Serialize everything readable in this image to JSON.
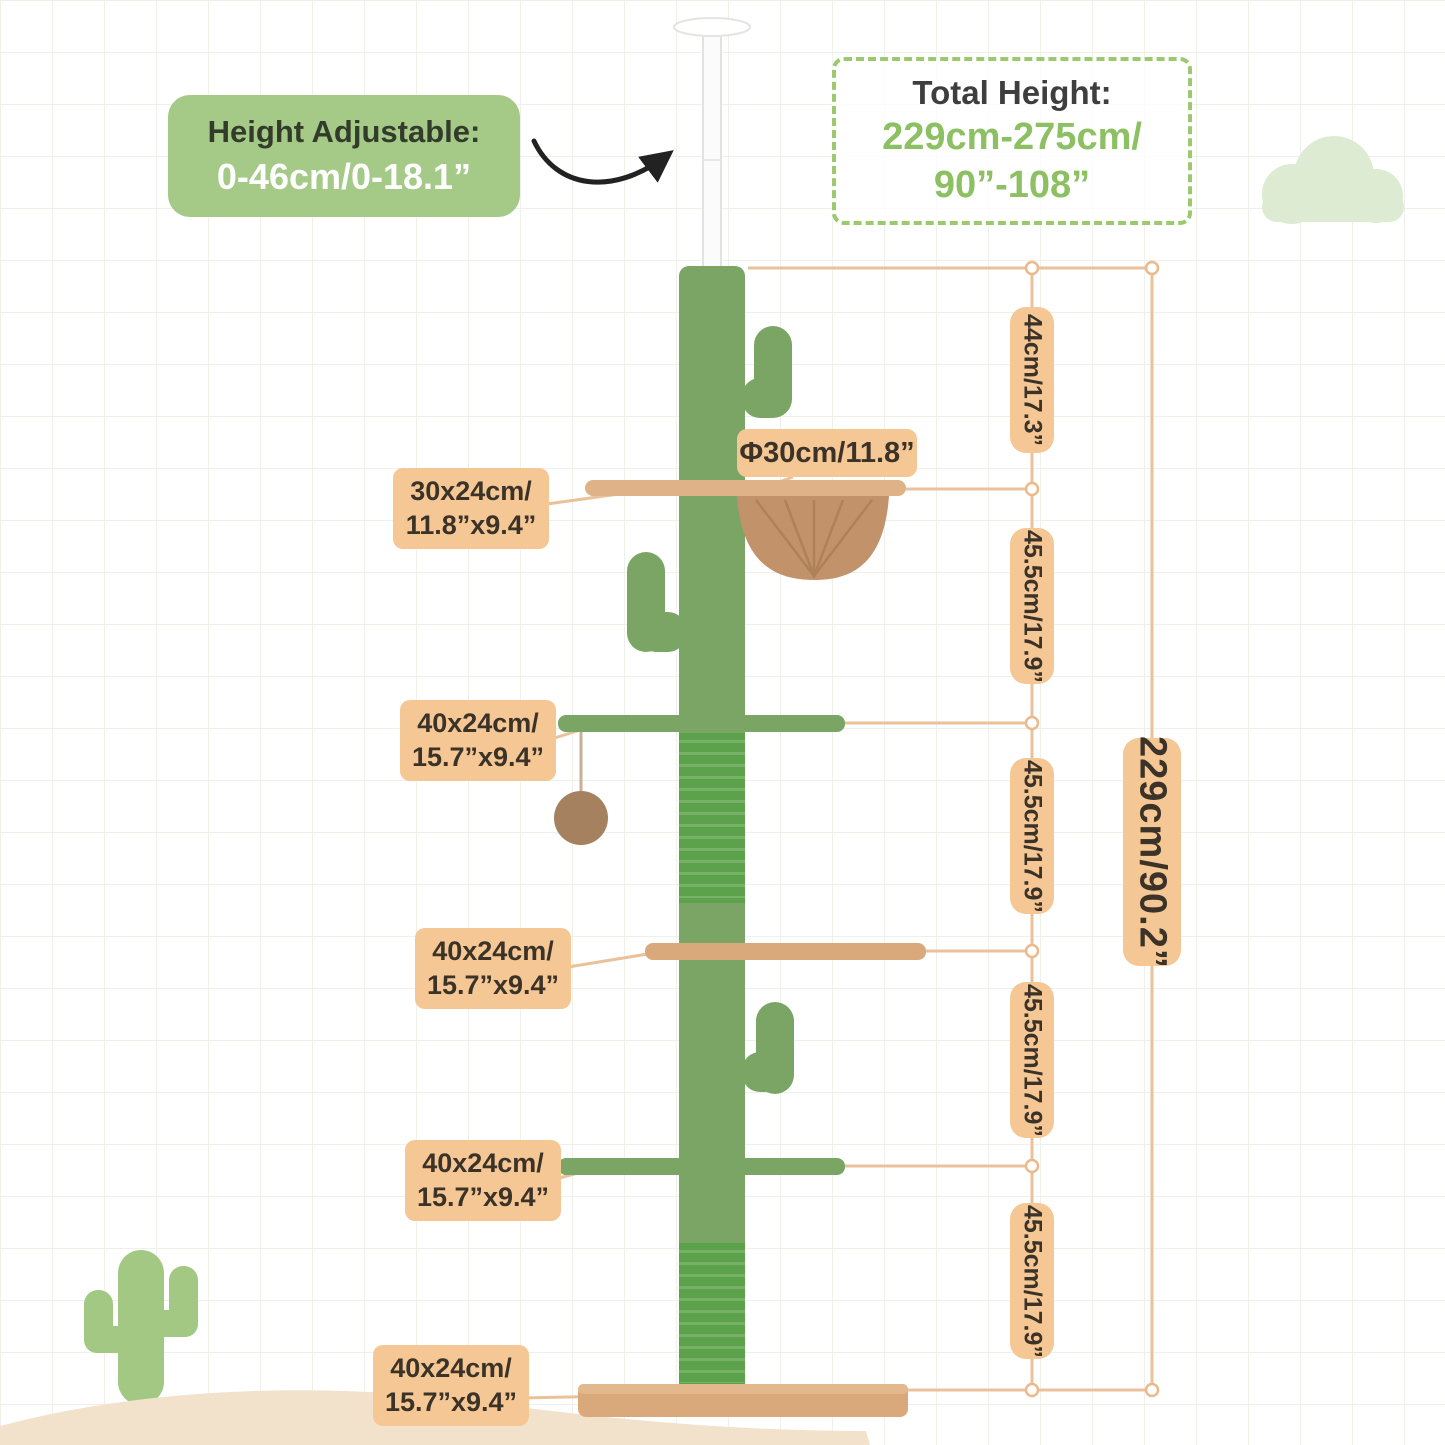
{
  "colors": {
    "accent_green": "#a5c987",
    "value_green": "#8cc063",
    "label_tan": "#f5c795",
    "dimension_line": "#eab98c",
    "tree_green": "#7ba565",
    "sisal_green": "#5ca24b",
    "wood_tan": "#d9a97b",
    "cloud_green": "#dcebd2",
    "ground_cream": "#f3e2cb"
  },
  "height_adjustable": {
    "title": "Height Adjustable:",
    "value": "0-46cm/0-18.1”"
  },
  "total_height": {
    "title": "Total Height:",
    "line1": "229cm-275cm/",
    "line2": "90”-108”"
  },
  "diameter_label": "Φ30cm/11.8”",
  "platform_labels": [
    {
      "line1": "30x24cm/",
      "line2": "11.8”x9.4”"
    },
    {
      "line1": "40x24cm/",
      "line2": "15.7”x9.4”"
    },
    {
      "line1": "40x24cm/",
      "line2": "15.7”x9.4”"
    },
    {
      "line1": "40x24cm/",
      "line2": "15.7”x9.4”"
    },
    {
      "line1": "40x24cm/",
      "line2": "15.7”x9.4”"
    }
  ],
  "segments": [
    "44cm/17.3”",
    "45.5cm/17.9”",
    "45.5cm/17.9”",
    "45.5cm/17.9”",
    "45.5cm/17.9”"
  ],
  "total_side": "229cm/90.2”"
}
